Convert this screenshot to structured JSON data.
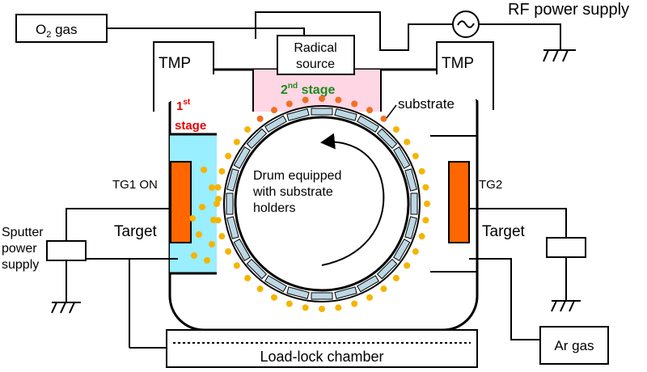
{
  "labels": {
    "o2_gas": "O",
    "o2_sub": "2",
    "o2_suffix": " gas",
    "rf_power_supply": "RF power supply",
    "radical_source_line1": "Radical",
    "radical_source_line2": "source",
    "tmp_left": "TMP",
    "tmp_right": "TMP",
    "second_stage_num": "2",
    "second_stage_sup": "nd",
    "second_stage_word": " stage",
    "first_stage_num": "1",
    "first_stage_sup": "st",
    "first_stage_word": "stage",
    "substrate": "substrate",
    "drum_line1": "Drum equipped",
    "drum_line2": "with substrate",
    "drum_line3": "holders",
    "tg1": "TG1 ON",
    "tg2": "TG2",
    "target_left": "Target",
    "target_right": "Target",
    "sputter_line1": "Sputter",
    "sputter_line2": "power",
    "sputter_line3": "supply",
    "ar_gas": "Ar gas",
    "load_lock": "Load-lock chamber"
  },
  "colors": {
    "target": "#ff6600",
    "first_stage_zone": "#99eeff",
    "second_stage_zone": "#ffd6e4",
    "first_stage_text": "#e60000",
    "second_stage_text": "#1e8a1e",
    "particle_orange": "#f07020",
    "particle_yellow": "#f5b400",
    "holder": "#bcd8e4"
  },
  "icons": [
    "ac-source-icon",
    "ground-icon",
    "arrow-icon"
  ]
}
